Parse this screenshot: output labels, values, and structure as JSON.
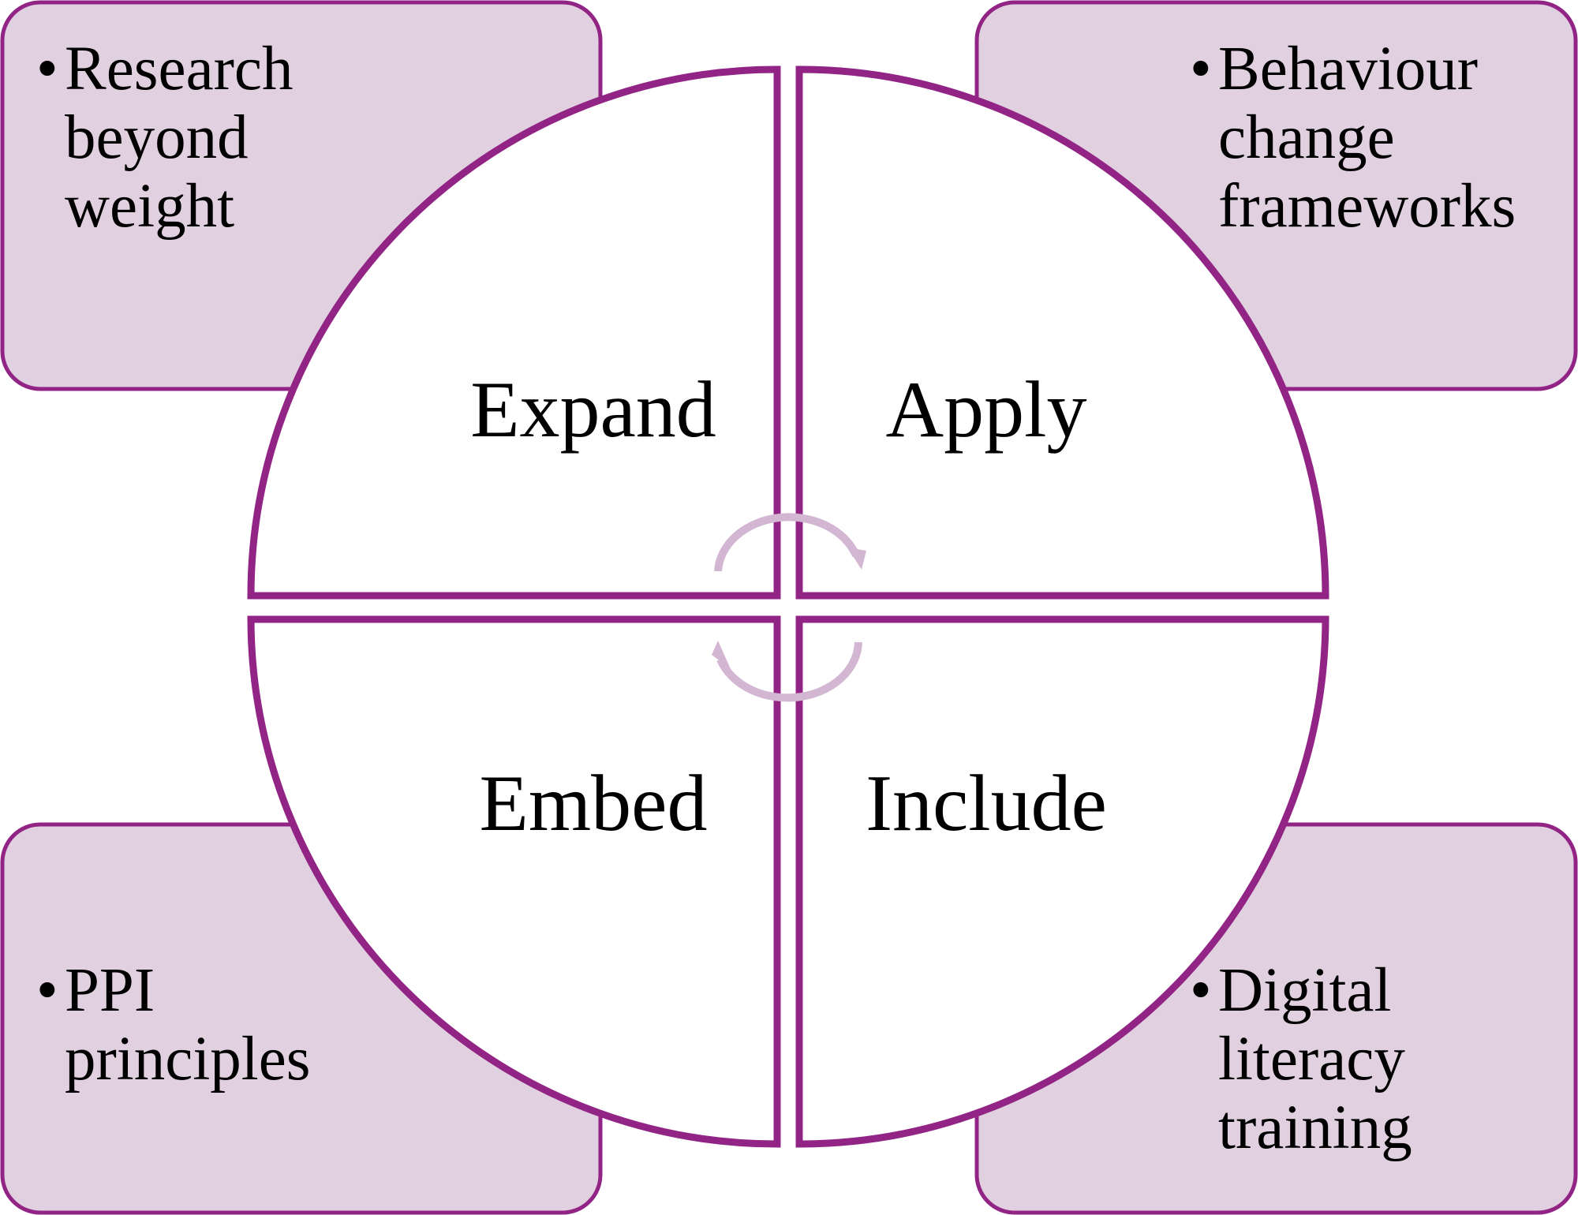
{
  "colors": {
    "accent": "#912485",
    "box_fill": "#e1d1e0",
    "cycle_arrow": "#d3b6d1",
    "text": "#000000"
  },
  "quadrants": {
    "top_left": "Expand",
    "top_right": "Apply",
    "bottom_left": "Embed",
    "bottom_right": "Include"
  },
  "boxes": {
    "top_left": {
      "bullet": "•",
      "lines": [
        "Research",
        "beyond",
        "weight"
      ]
    },
    "top_right": {
      "bullet": "•",
      "lines": [
        "Behaviour",
        "change",
        "frameworks"
      ]
    },
    "bottom_left": {
      "bullet": "•",
      "lines": [
        "PPI",
        "principles"
      ]
    },
    "bottom_right": {
      "bullet": "•",
      "lines": [
        "Digital",
        "literacy",
        "training"
      ]
    }
  }
}
